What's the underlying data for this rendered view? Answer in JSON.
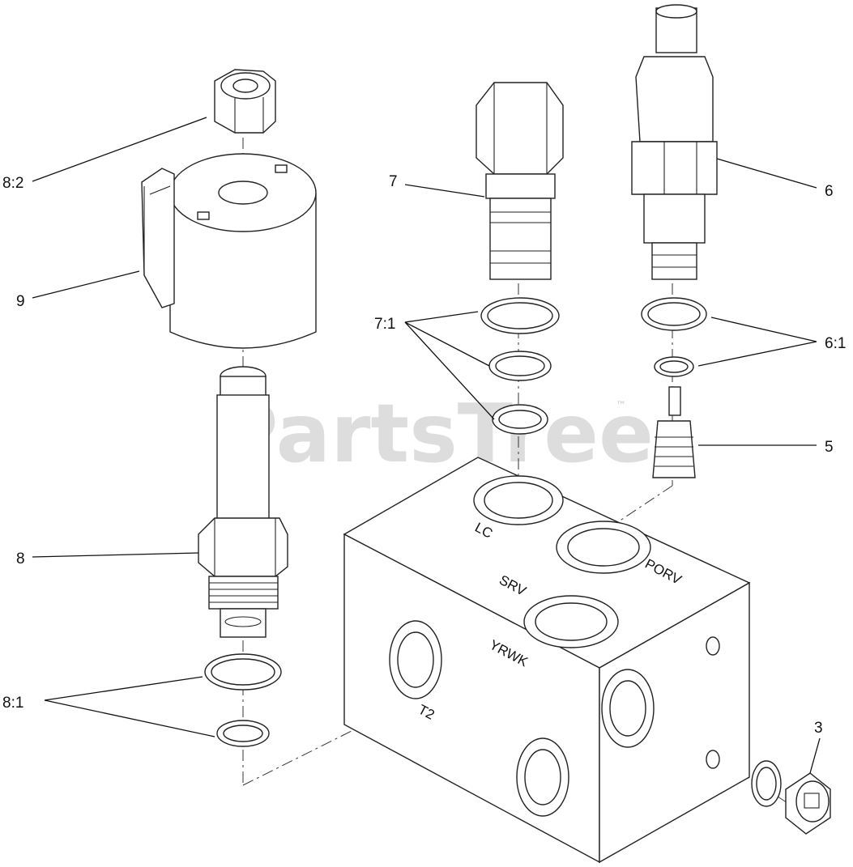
{
  "watermark": {
    "text": "PartsTree",
    "trademark": "™"
  },
  "callouts": {
    "c_8_2": "8:2",
    "c_9": "9",
    "c_8": "8",
    "c_8_1": "8:1",
    "c_7": "7",
    "c_7_1": "7:1",
    "c_6": "6",
    "c_6_1": "6:1",
    "c_5": "5",
    "c_3": "3"
  },
  "ports": {
    "lc": "LC",
    "porv": "PORV",
    "srv": "SRV",
    "yrwk": "YRWK",
    "t2": "T2"
  }
}
